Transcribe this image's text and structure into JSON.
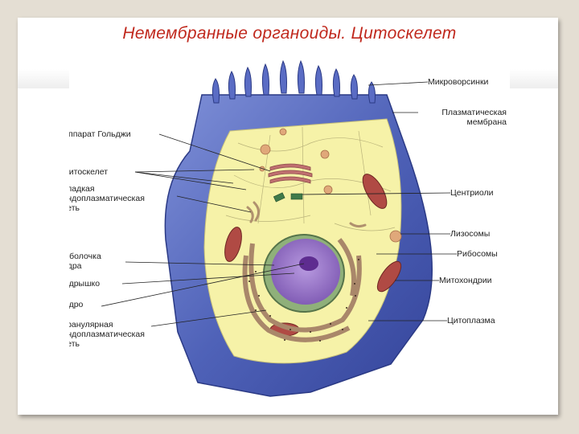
{
  "title": "Немембранные органоиды. Цитоскелет",
  "labels": {
    "golgi": "Аппарат Гольджи",
    "cytoskeleton": "Цитоскелет",
    "smooth_er": "Гладкая\nэндоплазматическая\nсеть",
    "nuclear_envelope": "Оболочка\nядра",
    "nucleolus": "Ядрышко",
    "nucleus": "Ядро",
    "rough_er": "Гранулярная\nэндоплазматическая\nсеть",
    "microvilli": "Микроворсинки",
    "plasma_membrane": "Плазматическая\nмембрана",
    "centrioles": "Центриоли",
    "lysosomes": "Лизосомы",
    "ribosomes": "Рибосомы",
    "mitochondria": "Митохондрии",
    "cytoplasm": "Цитоплазма"
  },
  "colors": {
    "title": "#c0281d",
    "membrane": "#4f62b8",
    "cytoplasm": "#f6f2a8",
    "nucleus": "#9a78c8",
    "nucleolus": "#5e2c90",
    "mitochondria": "#b04a44",
    "er": "#a9876a"
  }
}
